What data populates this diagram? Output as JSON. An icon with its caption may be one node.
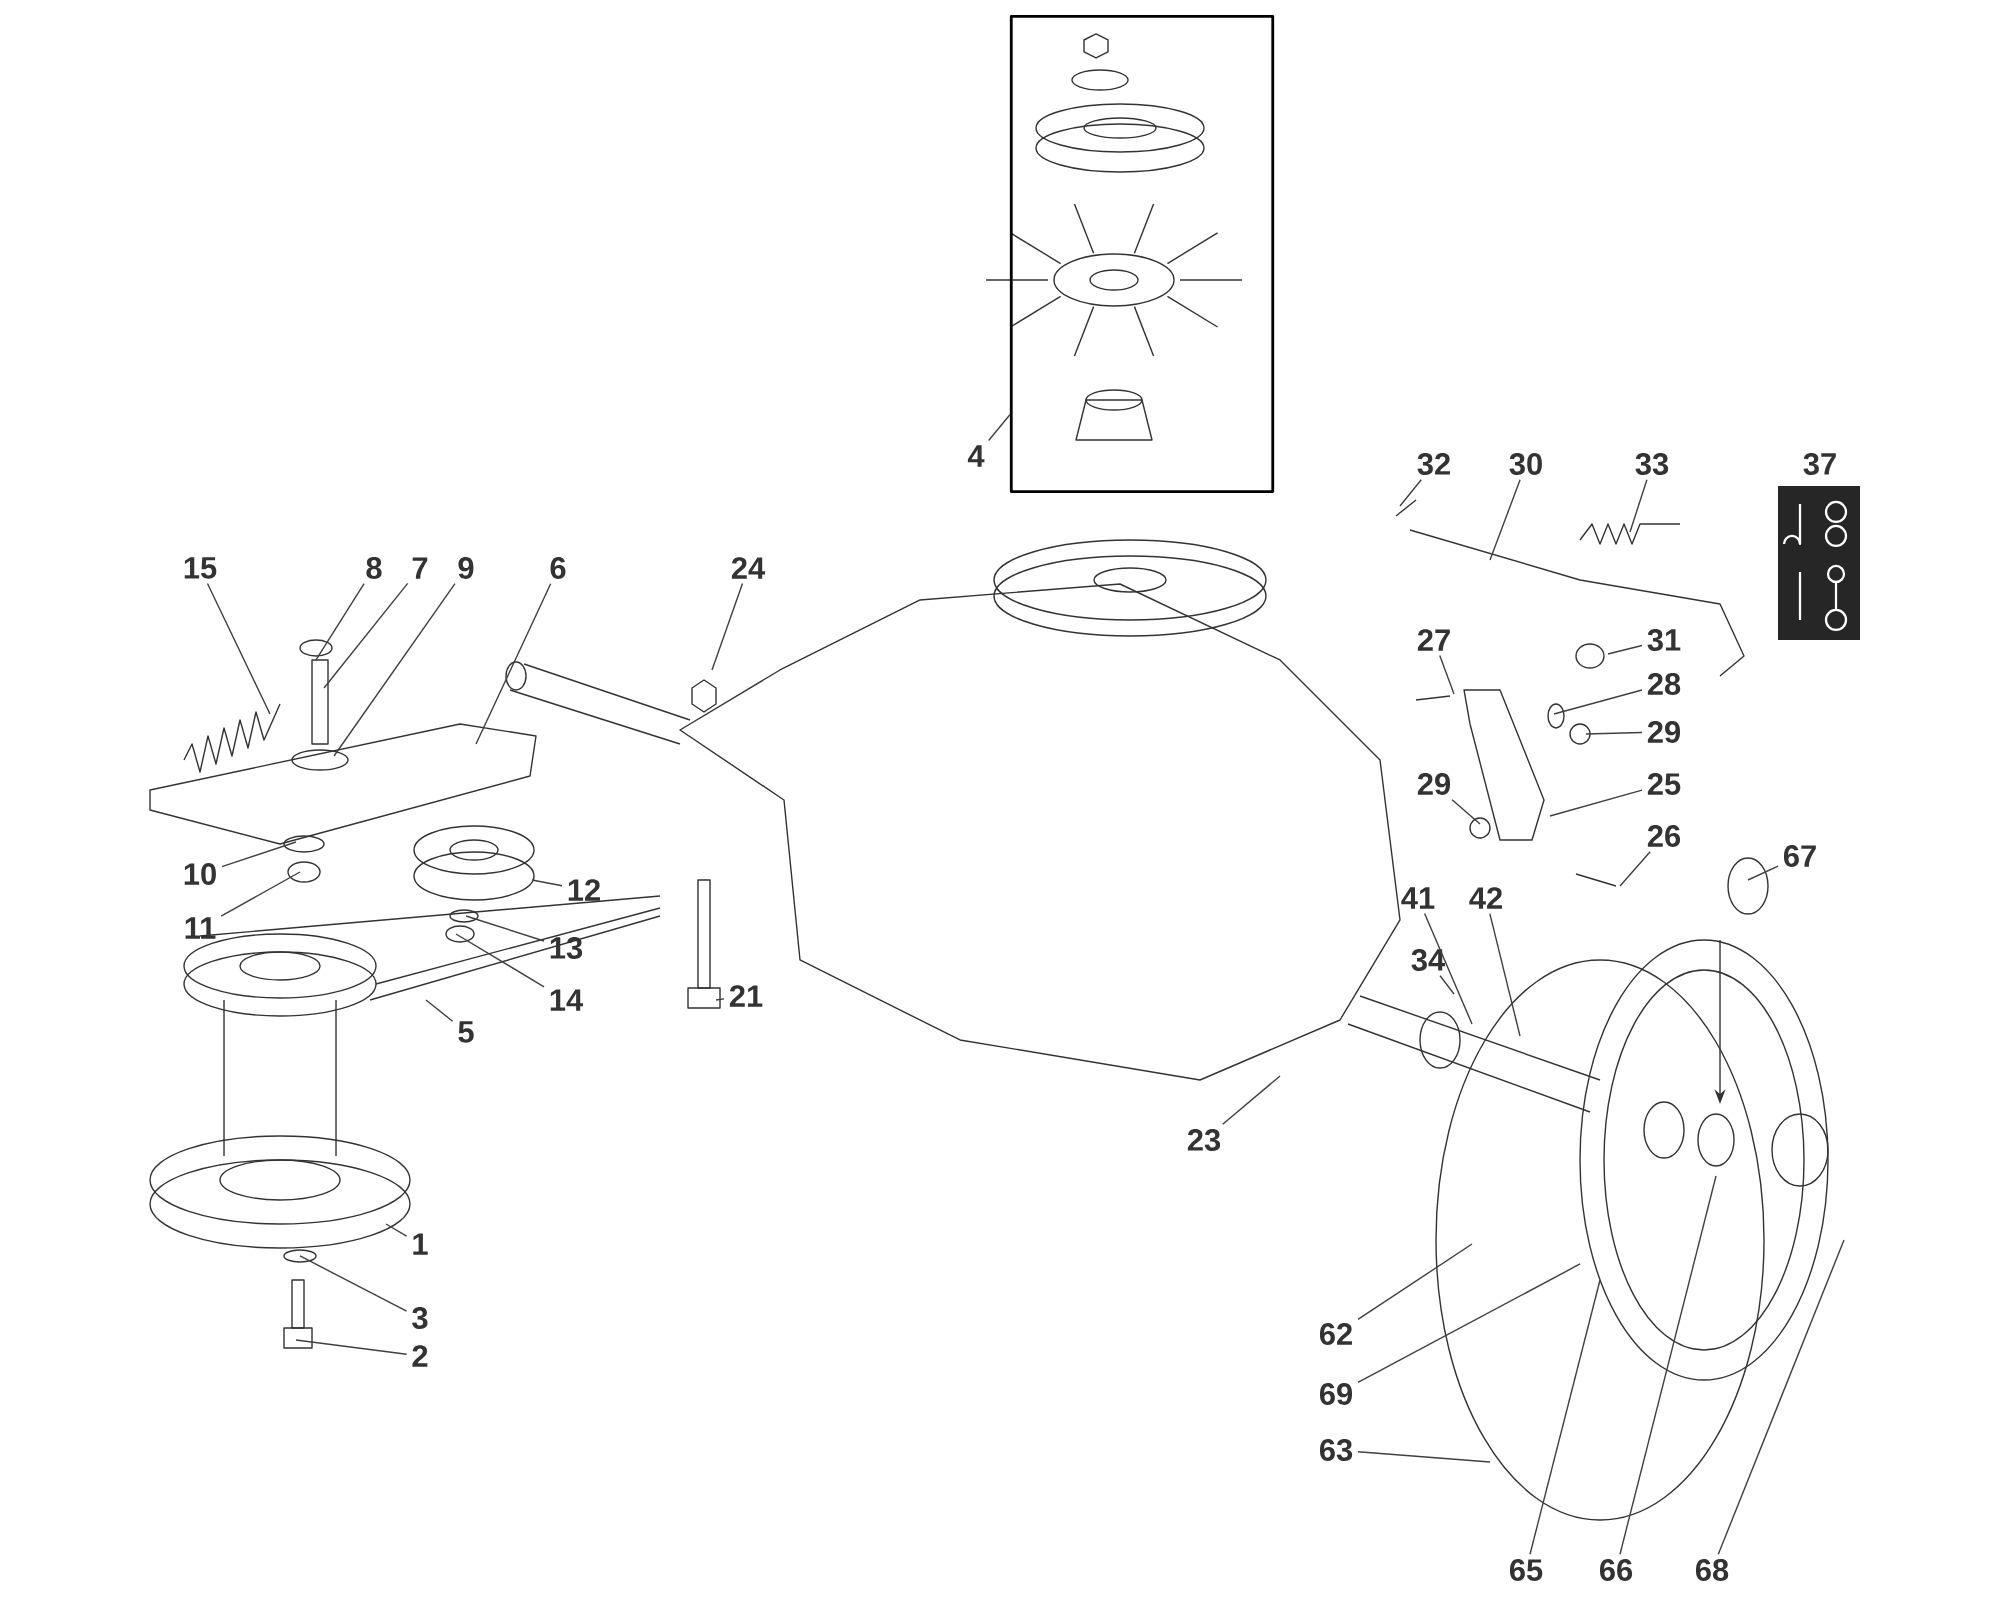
{
  "diagram": {
    "nodes": [
      {
        "text": [],
        "shape": "box"
      },
      {
        "text": [
          "4"
        ]
      },
      {
        "text": [
          "32"
        ]
      },
      {
        "text": [
          "30"
        ]
      },
      {
        "text": [
          "33"
        ]
      },
      {
        "text": [
          "15"
        ]
      },
      {
        "text": [
          "8"
        ]
      },
      {
        "text": [
          "7"
        ]
      },
      {
        "text": [
          "9"
        ]
      },
      {
        "text": [
          "6"
        ]
      },
      {
        "text": [
          "24"
        ]
      },
      {
        "text": [
          "27"
        ]
      },
      {
        "text": [
          "31"
        ]
      },
      {
        "text": [
          "28"
        ]
      },
      {
        "text": [
          "29"
        ]
      },
      {
        "text": [
          "29"
        ]
      },
      {
        "text": [
          "25"
        ]
      },
      {
        "text": [
          "26"
        ]
      },
      {
        "text": [
          "67"
        ]
      },
      {
        "text": [
          "10"
        ]
      },
      {
        "text": [
          "11"
        ]
      },
      {
        "text": [
          "12"
        ]
      },
      {
        "text": [
          "13"
        ]
      },
      {
        "text": [
          "14"
        ]
      },
      {
        "text": [
          "5"
        ]
      },
      {
        "text": [
          "21"
        ]
      },
      {
        "text": [
          "23"
        ]
      },
      {
        "text": [
          "34"
        ]
      },
      {
        "text": [
          "41"
        ]
      },
      {
        "text": [
          "42"
        ]
      },
      {
        "text": [
          "1"
        ]
      },
      {
        "text": [
          "3"
        ]
      },
      {
        "text": [
          "2"
        ]
      },
      {
        "text": [
          "62"
        ]
      },
      {
        "text": [
          "69"
        ]
      },
      {
        "text": [
          "63"
        ]
      },
      {
        "text": [
          "65"
        ]
      },
      {
        "text": [
          "66"
        ]
      },
      {
        "text": [
          "68"
        ]
      }
    ],
    "edges": [
      {
        "from": 1,
        "to": 0,
        "arrow": "none"
      },
      {
        "from": 2,
        "to": null,
        "arrow": "none"
      },
      {
        "from": 3,
        "to": null,
        "arrow": "none"
      },
      {
        "from": 4,
        "to": null,
        "arrow": "none"
      },
      {
        "from": 5,
        "to": null,
        "arrow": "none"
      },
      {
        "from": 6,
        "to": null,
        "arrow": "none"
      },
      {
        "from": 7,
        "to": null,
        "arrow": "none"
      },
      {
        "from": 8,
        "to": null,
        "arrow": "none"
      },
      {
        "from": 9,
        "to": null,
        "arrow": "none"
      },
      {
        "from": 10,
        "to": null,
        "arrow": "none"
      },
      {
        "from": 11,
        "to": null,
        "arrow": "none"
      },
      {
        "from": 12,
        "to": null,
        "arrow": "none"
      },
      {
        "from": 13,
        "to": null,
        "arrow": "none"
      },
      {
        "from": 14,
        "to": null,
        "arrow": "none"
      },
      {
        "from": 15,
        "to": null,
        "arrow": "none"
      },
      {
        "from": 16,
        "to": null,
        "arrow": "none"
      },
      {
        "from": 17,
        "to": null,
        "arrow": "none"
      },
      {
        "from": 18,
        "to": null,
        "arrow": "none"
      },
      {
        "from": 19,
        "to": null,
        "arrow": "none"
      },
      {
        "from": 20,
        "to": null,
        "arrow": "none"
      },
      {
        "from": 21,
        "to": null,
        "arrow": "none"
      },
      {
        "from": 22,
        "to": null,
        "arrow": "none"
      },
      {
        "from": 23,
        "to": null,
        "arrow": "none"
      },
      {
        "from": 24,
        "to": null,
        "arrow": "none"
      },
      {
        "from": 25,
        "to": null,
        "arrow": "none"
      },
      {
        "from": 26,
        "to": null,
        "arrow": "none"
      },
      {
        "from": 27,
        "to": null,
        "arrow": "none"
      },
      {
        "from": 28,
        "to": null,
        "arrow": "none"
      },
      {
        "from": 29,
        "to": null,
        "arrow": "none"
      },
      {
        "from": 30,
        "to": null,
        "arrow": "none"
      },
      {
        "from": 31,
        "to": null,
        "arrow": "none"
      },
      {
        "from": 32,
        "to": null,
        "arrow": "none"
      },
      {
        "from": 33,
        "to": null,
        "arrow": "none"
      },
      {
        "from": 34,
        "to": null,
        "arrow": "none"
      },
      {
        "from": 35,
        "to": null,
        "arrow": "none"
      },
      {
        "from": 36,
        "to": null,
        "arrow": "none"
      },
      {
        "from": 37,
        "to": null,
        "arrow": "none"
      },
      {
        "from": 38,
        "to": null,
        "arrow": "none"
      }
    ],
    "labels": [
      "37"
    ]
  }
}
